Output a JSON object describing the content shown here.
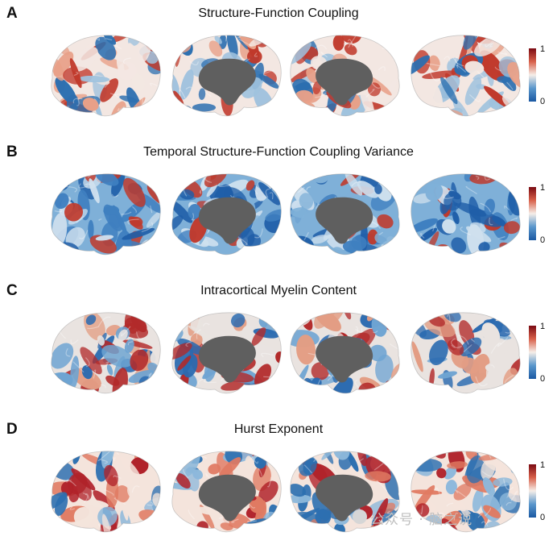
{
  "colorbar": {
    "max_label": "1",
    "min_label": "0",
    "colors": [
      "#7a0a12",
      "#d8604a",
      "#f6eee8",
      "#5a97cc",
      "#1a58a2"
    ]
  },
  "panels": [
    {
      "letter": "A",
      "title": "Structure-Function Coupling",
      "palette": [
        "#c0392b",
        "#e8a088",
        "#f3e7e2",
        "#9fc2de",
        "#2c6fb0"
      ],
      "dominant": "mixed-red"
    },
    {
      "letter": "B",
      "title": "Temporal Structure-Function Coupling Variance",
      "palette": [
        "#1f5ea8",
        "#3f7fc0",
        "#7fb0d8",
        "#cfe0ee",
        "#c0392b"
      ],
      "dominant": "blue"
    },
    {
      "letter": "C",
      "title": "Intracortical Myelin Content",
      "palette": [
        "#2a6ab0",
        "#6ea4d2",
        "#e9e3e0",
        "#e39d84",
        "#b22a2a"
      ],
      "dominant": "blue"
    },
    {
      "letter": "D",
      "title": "Hurst Exponent",
      "palette": [
        "#b0222a",
        "#e07a62",
        "#f4e4dc",
        "#8db8db",
        "#2c6fb0"
      ],
      "dominant": "red"
    }
  ],
  "watermark": "公众号 · 脑之说"
}
